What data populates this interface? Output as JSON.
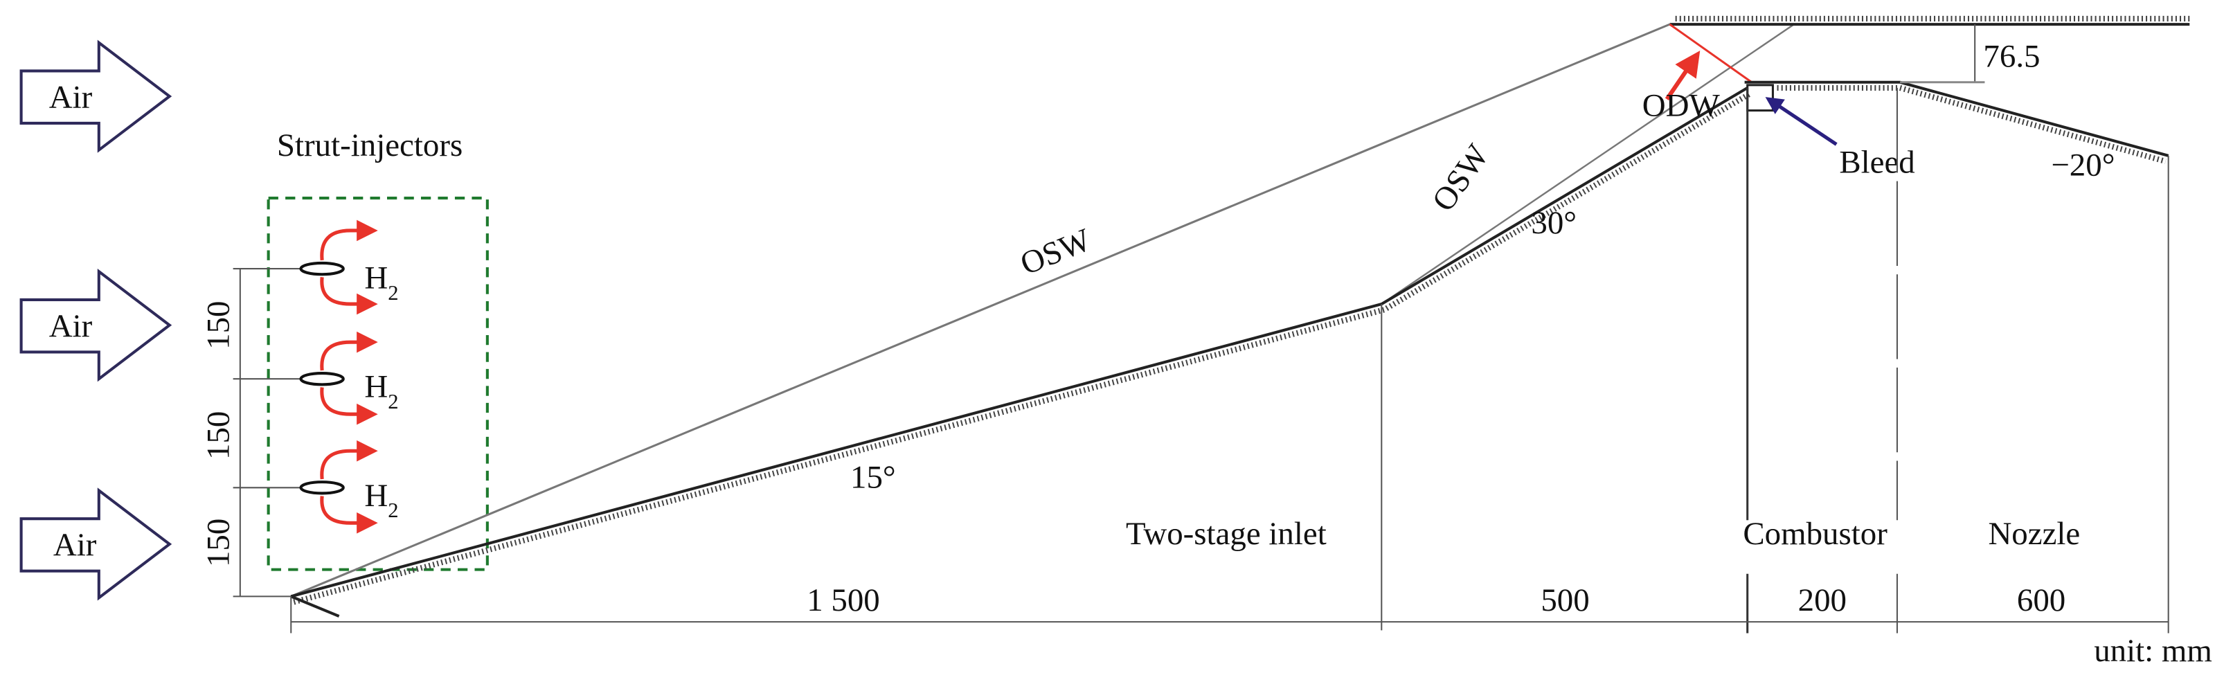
{
  "air_labels": [
    "Air",
    "Air",
    "Air"
  ],
  "strut_injectors_label": "Strut-injectors",
  "h2_labels": [
    "H",
    "H",
    "H"
  ],
  "h2_subscript": "2",
  "strut_spacing_labels": [
    "150",
    "150",
    "150"
  ],
  "shock_labels": {
    "osw_1": "OSW",
    "osw_2": "OSW",
    "odw": "ODW"
  },
  "angle_labels": {
    "first_ramp": "15°",
    "second_ramp": "30°",
    "nozzle": "−20°"
  },
  "section_labels": {
    "inlet": "Two-stage inlet",
    "combustor": "Combustor",
    "nozzle": "Nozzle"
  },
  "bleed_label": "Bleed",
  "height_dimension": "76.5",
  "length_dimensions": {
    "first_ramp": "1 500",
    "second_ramp": "500",
    "combustor": "200",
    "nozzle": "600"
  },
  "unit_label": "unit: mm",
  "colors": {
    "air_arrow": "#2e2a5a",
    "h2_arrow": "#e8332a",
    "strut_box": "#1f7a2e",
    "bleed_arrow": "#2a2080",
    "odw": "#e8332a"
  }
}
